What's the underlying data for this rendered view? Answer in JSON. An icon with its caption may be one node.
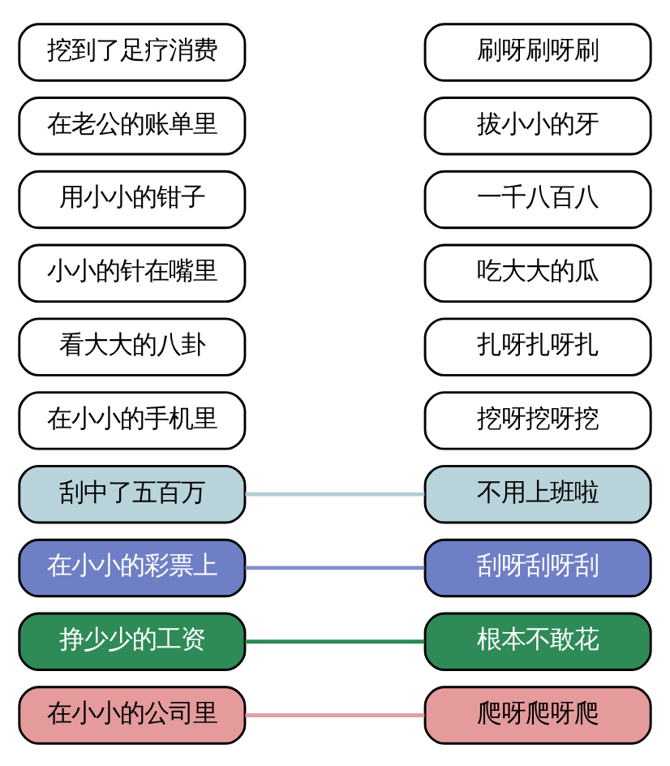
{
  "diagram": {
    "nodes": [
      {
        "text": [
          "在小小的公司里"
        ]
      },
      {
        "text": [
          "挣少少的工资"
        ]
      },
      {
        "text": [
          "在小小的彩票上"
        ]
      },
      {
        "text": [
          "刮中了五百万"
        ]
      },
      {
        "text": [
          "在小小的手机里"
        ]
      },
      {
        "text": [
          "看大大的八卦"
        ]
      },
      {
        "text": [
          "小小的针在嘴里"
        ]
      },
      {
        "text": [
          "用小小的钳子"
        ]
      },
      {
        "text": [
          "在老公的账单里"
        ]
      },
      {
        "text": [
          "挖到了足疗消费"
        ]
      },
      {
        "text": [
          "不用上班啦"
        ]
      },
      {
        "text": [
          "刮呀刮呀刮"
        ]
      },
      {
        "text": [
          "根本不敢花"
        ]
      },
      {
        "text": [
          "挖呀挖呀挖"
        ]
      },
      {
        "text": [
          "扎呀扎呀扎"
        ]
      },
      {
        "text": [
          "爬呀爬呀爬"
        ]
      },
      {
        "text": [
          "吃大大的瓜"
        ]
      },
      {
        "text": [
          "一千八百八"
        ]
      },
      {
        "text": [
          "拔小小的牙"
        ]
      },
      {
        "text": [
          "刷呀刷呀刷"
        ]
      }
    ],
    "edges": [
      {
        "from": 0,
        "to": 15,
        "arrow": "none",
        "color": "#e0a0a4"
      },
      {
        "from": 1,
        "to": 12,
        "arrow": "none",
        "color": "#2e8a57"
      },
      {
        "from": 2,
        "to": 11,
        "arrow": "none",
        "color": "#7f8fd0"
      },
      {
        "from": 3,
        "to": 10,
        "arrow": "none",
        "color": "#b4ccd4"
      }
    ]
  }
}
